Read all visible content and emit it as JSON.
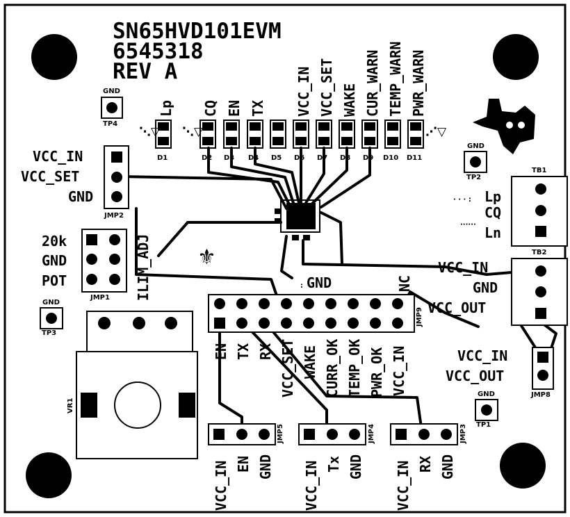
{
  "board": {
    "title": "SN65HVD101EVM",
    "part_number": "6545318",
    "revision": "REV A"
  },
  "test_points": [
    {
      "id": "TP4",
      "label": "GND"
    },
    {
      "id": "TP2",
      "label": "GND"
    },
    {
      "id": "TP3",
      "label": "GND"
    },
    {
      "id": "TP1",
      "label": "GND"
    }
  ],
  "leds": [
    {
      "id": "D1",
      "signal": "Lp"
    },
    {
      "id": "D2",
      "signal": "CQ"
    },
    {
      "id": "D3",
      "signal": "EN"
    },
    {
      "id": "D4",
      "signal": "TX"
    },
    {
      "id": "D5",
      "signal": ""
    },
    {
      "id": "D6",
      "signal": "VCC_IN"
    },
    {
      "id": "D7",
      "signal": "VCC_SET"
    },
    {
      "id": "D8",
      "signal": "WAKE"
    },
    {
      "id": "D9",
      "signal": "CUR_WARN"
    },
    {
      "id": "D10",
      "signal": "TEMP_WARN"
    },
    {
      "id": "D11",
      "signal": "PWR_WARN"
    }
  ],
  "jmp2": {
    "id": "JMP2",
    "pins": [
      "VCC_IN",
      "VCC_SET",
      "GND"
    ]
  },
  "jmp1": {
    "id": "JMP1",
    "pins": [
      "20k",
      "GND",
      "POT"
    ]
  },
  "ilim_label": "ILIM_ADJ",
  "tb1": {
    "id": "TB1",
    "pins": [
      "Lp",
      "CQ",
      "Ln"
    ]
  },
  "tb2": {
    "id": "TB2",
    "pins": [
      "VCC_IN",
      "GND",
      "VCC_OUT"
    ]
  },
  "jmp8": {
    "id": "JMP8",
    "pins": [
      "VCC_IN",
      "VCC_OUT"
    ]
  },
  "gnd_mark": "GND",
  "header": {
    "id": "JMP9",
    "top_label": "NC",
    "bottom_labels": [
      "EN",
      "TX",
      "RX",
      "VCC_SET",
      "WAKE",
      "CURR_OK",
      "TEMP_OK",
      "PWR_OK",
      "VCC_IN"
    ]
  },
  "vr1": {
    "id": "VR1"
  },
  "jmp5": {
    "id": "JMP5",
    "pins": [
      "VCC_IN",
      "EN",
      "GND"
    ]
  },
  "jmp4": {
    "id": "JMP4",
    "pins": [
      "VCC_IN",
      "Tx",
      "GND"
    ]
  },
  "jmp3": {
    "id": "JMP3",
    "pins": [
      "VCC_IN",
      "RX",
      "GND"
    ]
  },
  "colors": {
    "ink": "#000000",
    "board": "#ffffff"
  }
}
